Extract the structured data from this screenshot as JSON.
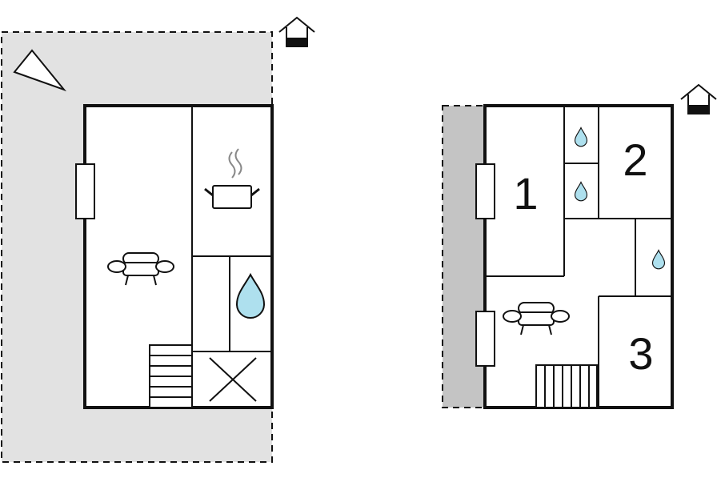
{
  "colors": {
    "wall": "#111111",
    "terrace": "#e2e2e2",
    "balcony": "#c4c4c4",
    "water": "#aee0ee",
    "background": "#ffffff"
  },
  "ground_floor": {
    "icons": [
      "house-icon",
      "compass-icon",
      "window-icon",
      "sofa-icon",
      "cooking-pot-icon",
      "water-drop-icon",
      "stairs-icon",
      "storage-x-icon"
    ]
  },
  "upper_floor": {
    "rooms": [
      {
        "label": "1"
      },
      {
        "label": "2"
      },
      {
        "label": "3"
      }
    ],
    "icons": [
      "house-icon",
      "window-icon",
      "sofa-icon",
      "water-drop-icon",
      "stairs-icon"
    ]
  }
}
